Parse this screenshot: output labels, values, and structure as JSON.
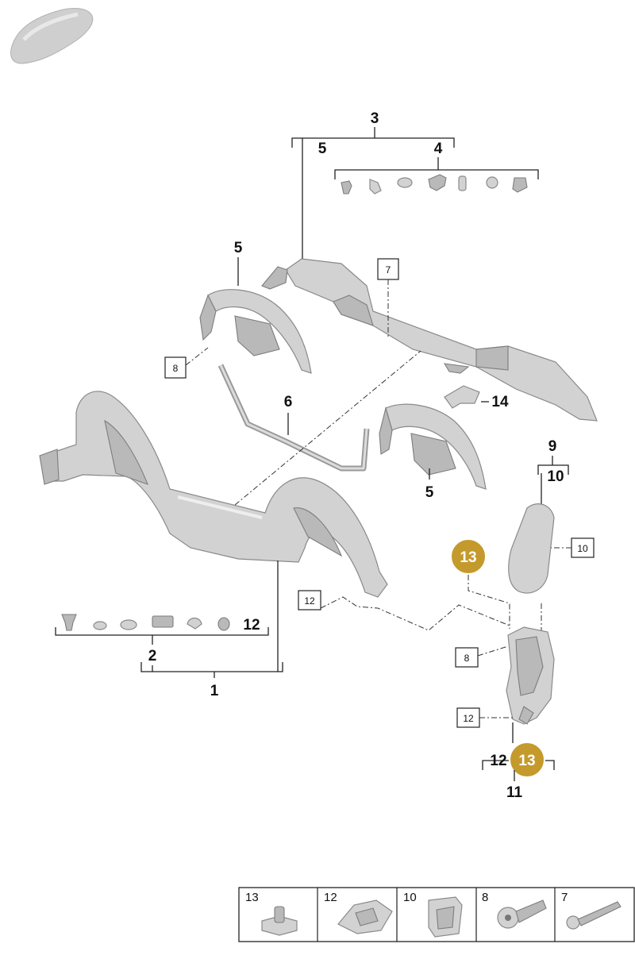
{
  "vehicle_icon": "car-silhouette-icon",
  "accent_color": "#c49a2c",
  "callouts": {
    "c3": "3",
    "c5_top": "5",
    "c4": "4",
    "c5_left": "5",
    "c7_box": "7",
    "c8_box_top": "8",
    "c6": "6",
    "c14": "14",
    "c5_lower": "5",
    "c9": "9",
    "c10": "10",
    "c10_box": "10",
    "c13_top": "13",
    "c12_box_left": "12",
    "c12_row": "12",
    "c2": "2",
    "c1": "1",
    "c8_box_mid": "8",
    "c12_box_lower": "12",
    "c12_bottom": "12",
    "c13_bottom": "13",
    "c11": "11"
  },
  "legend": [
    {
      "number": "13",
      "icon": "clip-nut-icon"
    },
    {
      "number": "12",
      "icon": "spring-clip-icon"
    },
    {
      "number": "10",
      "icon": "retaining-clip-icon"
    },
    {
      "number": "8",
      "icon": "torx-screw-icon"
    },
    {
      "number": "7",
      "icon": "long-screw-icon"
    }
  ]
}
